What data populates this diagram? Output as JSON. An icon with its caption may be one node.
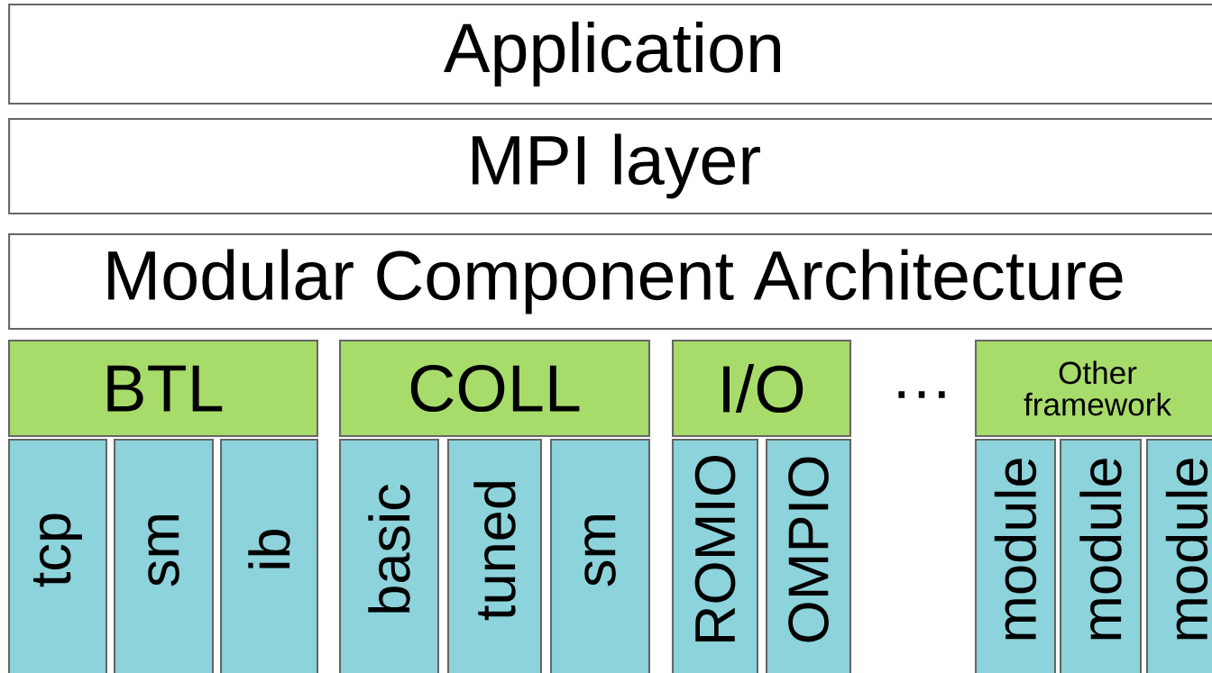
{
  "diagram": {
    "nodes": [
      {
        "text": [
          "Application"
        ]
      },
      {
        "text": [
          "MPI layer"
        ]
      },
      {
        "text": [
          "Modular Component Architecture"
        ]
      },
      {
        "text": [
          "BTL"
        ]
      },
      {
        "text": [
          "tcp"
        ]
      },
      {
        "text": [
          "sm"
        ]
      },
      {
        "text": [
          "ib"
        ]
      },
      {
        "text": [
          "COLL"
        ]
      },
      {
        "text": [
          "basic"
        ]
      },
      {
        "text": [
          "tuned"
        ]
      },
      {
        "text": [
          "sm"
        ]
      },
      {
        "text": [
          "I/O"
        ]
      },
      {
        "text": [
          "ROMIO"
        ]
      },
      {
        "text": [
          "OMPIO"
        ]
      },
      {
        "text": [
          "Other framework"
        ]
      },
      {
        "text": [
          "module"
        ]
      },
      {
        "text": [
          "module"
        ]
      },
      {
        "text": [
          "module"
        ]
      }
    ],
    "labels": [
      "…"
    ]
  }
}
